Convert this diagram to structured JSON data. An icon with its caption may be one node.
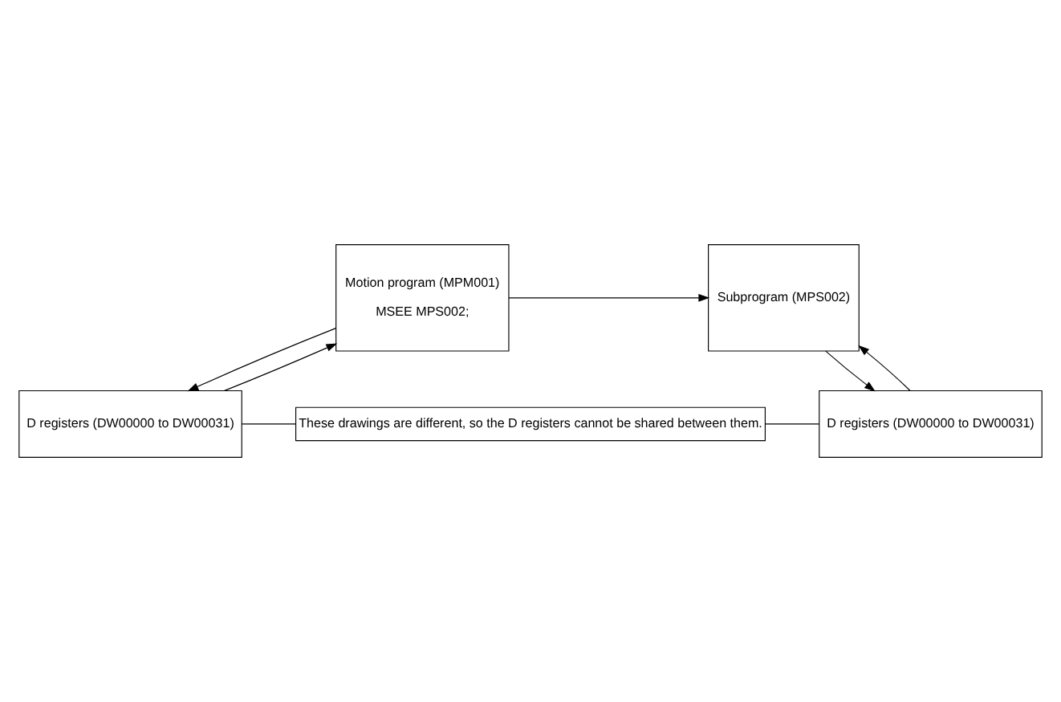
{
  "diagram": {
    "nodes": [
      {
        "text": [
          "Motion program (MPM001)",
          "MSEE MPS002;"
        ]
      },
      {
        "text": [
          "Subprogram (MPS002)"
        ]
      },
      {
        "text": [
          "D registers (DW00000 to DW00031)"
        ]
      },
      {
        "text": [
          "D registers (DW00000 to DW00031)"
        ]
      },
      {
        "text": [
          "These drawings are different, so the D registers cannot be shared between them."
        ]
      }
    ],
    "edges": [
      {
        "from": 0,
        "to": 1,
        "arrow": "to"
      },
      {
        "from": 2,
        "to": 0,
        "arrow": "to"
      },
      {
        "from": 0,
        "to": 2,
        "arrow": "to"
      },
      {
        "from": 3,
        "to": 1,
        "arrow": "to"
      },
      {
        "from": 1,
        "to": 3,
        "arrow": "to"
      },
      {
        "from": 4,
        "to": 2,
        "arrow": "none"
      },
      {
        "from": 4,
        "to": 3,
        "arrow": "none"
      }
    ]
  }
}
